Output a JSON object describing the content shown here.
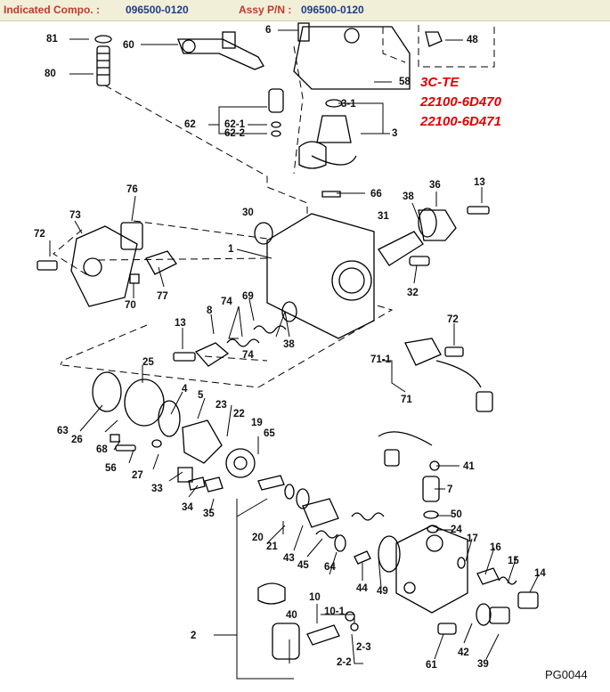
{
  "header": {
    "indicated_label": "Indicated Compo. :",
    "indicated_value": "096500-0120",
    "assy_label": "Assy P/N :",
    "assy_value": "096500-0120"
  },
  "model": {
    "engine": "3C-TE",
    "pn1": "22100-6D470",
    "pn2": "22100-6D471"
  },
  "page_code": "PG0044",
  "callouts": [
    "81",
    "60",
    "80",
    "6",
    "48",
    "58",
    "62",
    "62-1",
    "62-2",
    "3-1",
    "3",
    "76",
    "66",
    "38",
    "36",
    "13",
    "73",
    "30",
    "31",
    "72",
    "1",
    "77",
    "70",
    "32",
    "8",
    "74",
    "69",
    "74",
    "38",
    "72",
    "71-1",
    "71",
    "13",
    "25",
    "4",
    "5",
    "23",
    "63",
    "26",
    "22",
    "19",
    "65",
    "68",
    "56",
    "27",
    "33",
    "34",
    "35",
    "41",
    "7",
    "50",
    "24",
    "20",
    "21",
    "43",
    "45",
    "64",
    "17",
    "16",
    "15",
    "14",
    "44",
    "49",
    "10",
    "10-1",
    "40",
    "2",
    "2-3",
    "42",
    "2-2",
    "61",
    "39"
  ]
}
